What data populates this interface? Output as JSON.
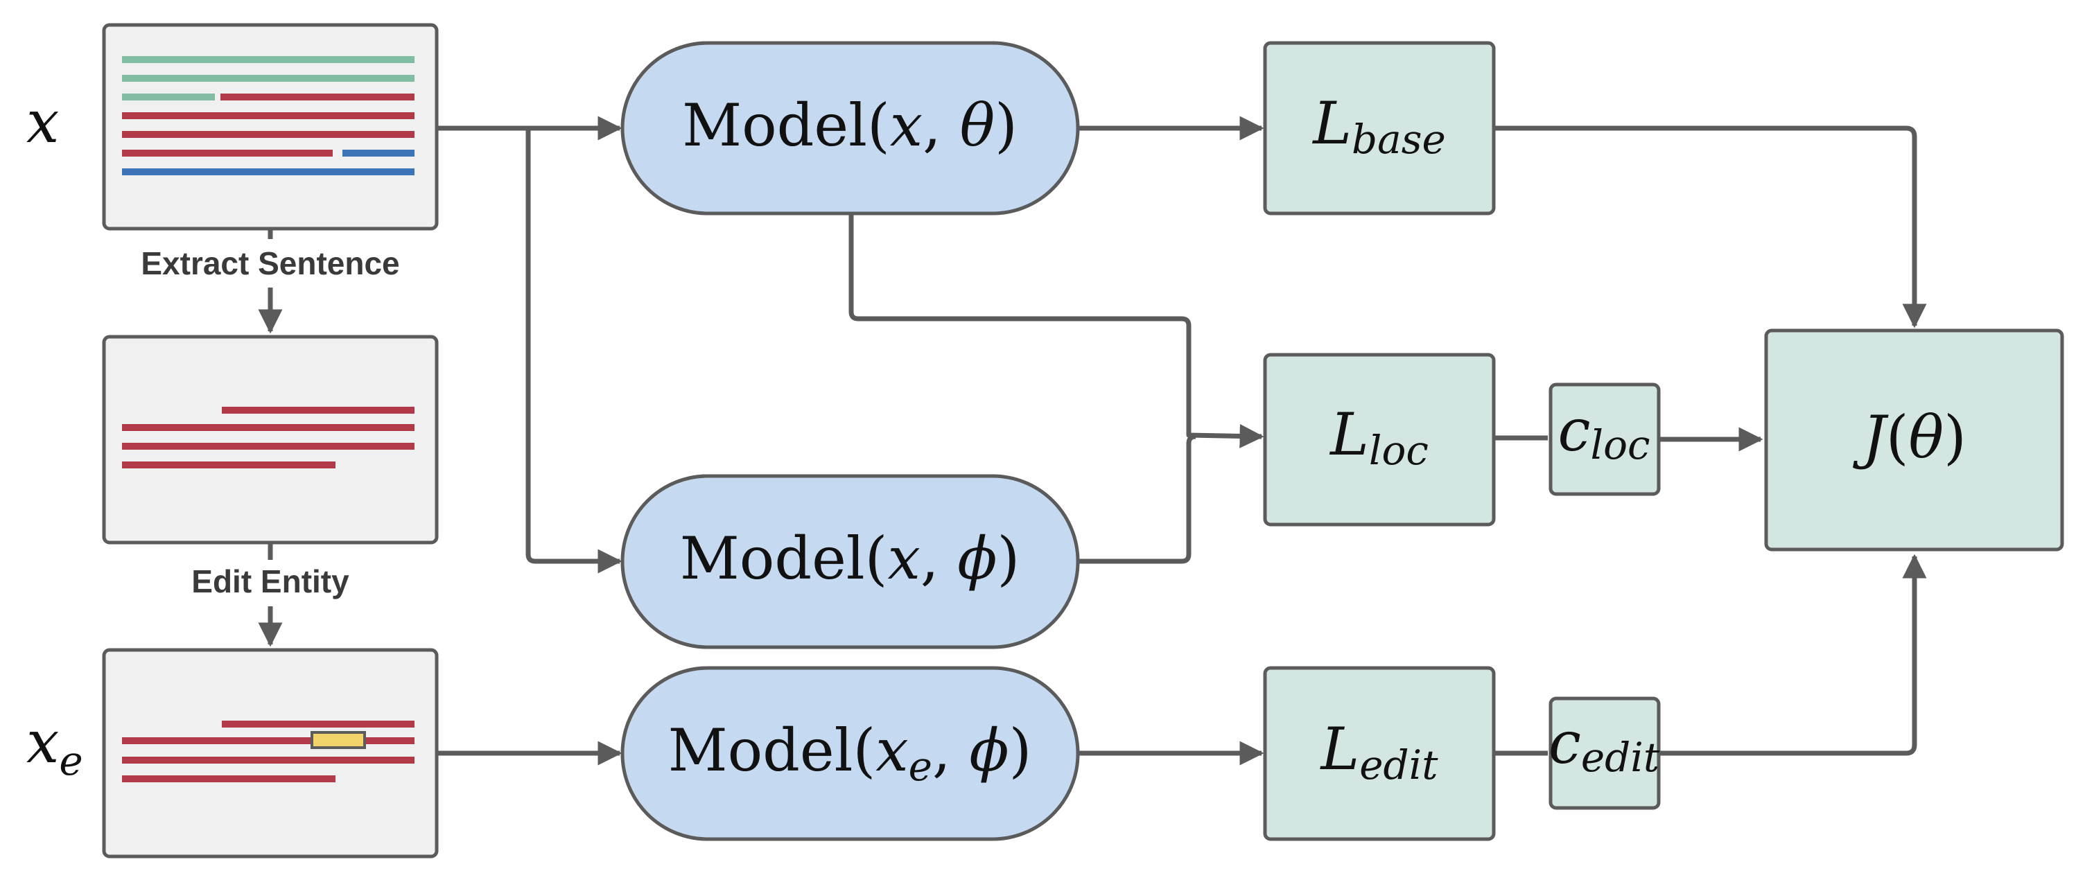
{
  "inputs": {
    "x_label": "x",
    "xe_label": "x",
    "xe_sub": "e"
  },
  "steps": {
    "extract": "Extract Sentence",
    "edit": "Edit Entity"
  },
  "models": {
    "m1": {
      "name": "Model(",
      "var": "x",
      "sep": ", ",
      "param": "θ",
      "close": ")"
    },
    "m2": {
      "name": "Model(",
      "var": "x",
      "sep": ", ",
      "param": "ϕ",
      "close": ")"
    },
    "m3": {
      "name": "Model(",
      "var": "x",
      "var_sub": "e",
      "sep": ", ",
      "param": "ϕ",
      "close": ")"
    }
  },
  "losses": {
    "base": {
      "main": "L",
      "sub": "base"
    },
    "loc": {
      "main": "L",
      "sub": "loc"
    },
    "edit": {
      "main": "L",
      "sub": "edit"
    }
  },
  "coefficients": {
    "loc": {
      "main": "c",
      "sub": "loc"
    },
    "edit": {
      "main": "c",
      "sub": "edit"
    }
  },
  "objective": {
    "name": "J",
    "open": "(",
    "param": "θ",
    "close": ")"
  },
  "colors": {
    "model_fill": "#c5daf1",
    "loss_fill": "#d3e6e2",
    "doc_fill": "#f0f0f0",
    "context_line": "#80bda3",
    "fact_line": "#b23a48",
    "other_line": "#3d74b8",
    "edit_highlight": "#f2d46b",
    "stroke": "#5b5b5b"
  }
}
